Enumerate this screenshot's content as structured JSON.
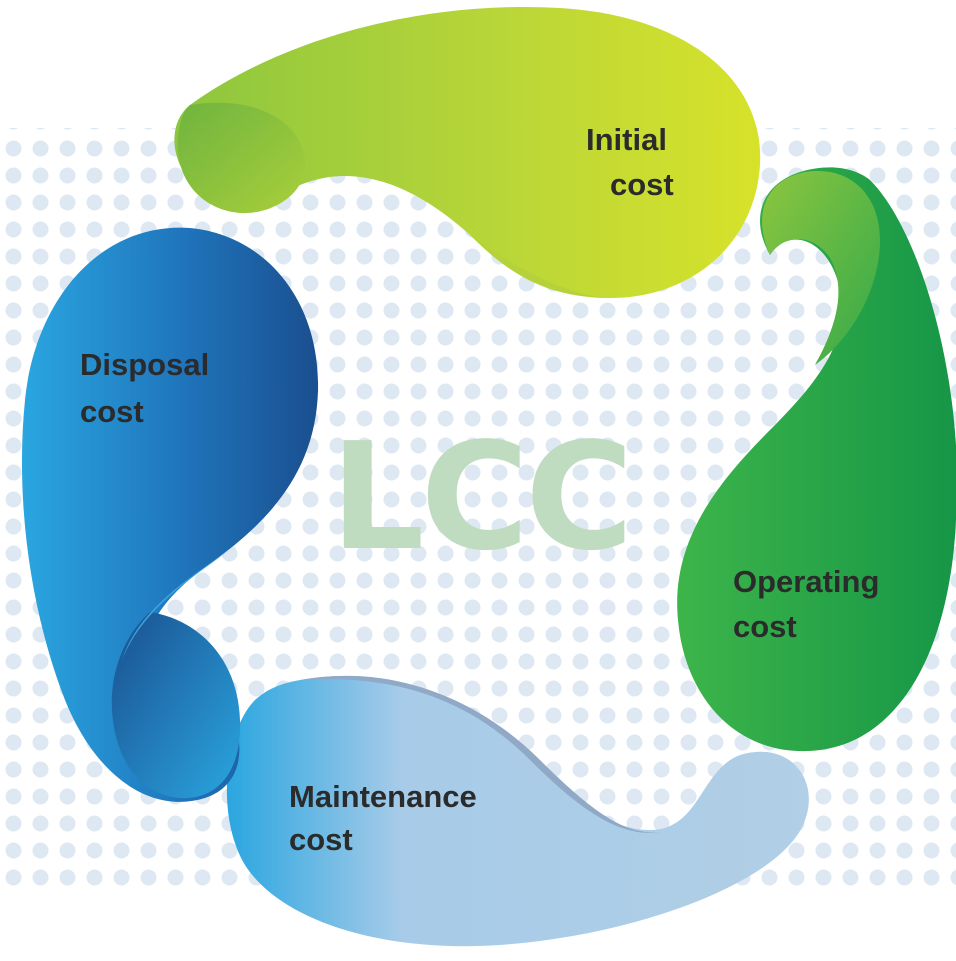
{
  "diagram": {
    "center_label": "LCC",
    "segments": [
      {
        "id": "initial",
        "label_line1": "Initial",
        "label_line2": "cost"
      },
      {
        "id": "operating",
        "label_line1": "Operating",
        "label_line2": "cost"
      },
      {
        "id": "maintenance",
        "label_line1": "Maintenance",
        "label_line2": "cost"
      },
      {
        "id": "disposal",
        "label_line1": "Disposal",
        "label_line2": "cost"
      }
    ],
    "colors": {
      "initial": "#c6dc2f",
      "operating": "#2aa04a",
      "maintenance": "#a9cbe6",
      "disposal": "#1f6fb8",
      "dots": "#dde8f2",
      "center": "#bfdcc1"
    }
  }
}
